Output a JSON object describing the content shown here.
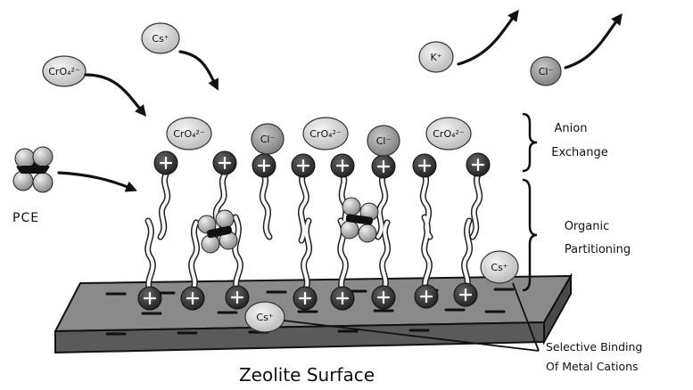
{
  "labels": {
    "pce": "PCE",
    "anion_exchange": [
      "Anion",
      "Exchange"
    ],
    "organic_partitioning": [
      "Organic",
      "Partitioning"
    ],
    "selective_binding": [
      "Selective Binding",
      "Of Metal Cations"
    ],
    "zeolite_surface": "Zeolite Surface"
  },
  "ions": {
    "cs": "Cs⁺",
    "cro4": "CrO₄²⁻",
    "k": "K⁺",
    "cl": "Cl⁻"
  },
  "colors": {
    "surface_top": "#8a8a8a",
    "surface_front": "#5a5a5a",
    "head_group": "#3c3c3c",
    "ion_light": "#d8d8d8",
    "ion_dark": "#a6a6a6"
  }
}
